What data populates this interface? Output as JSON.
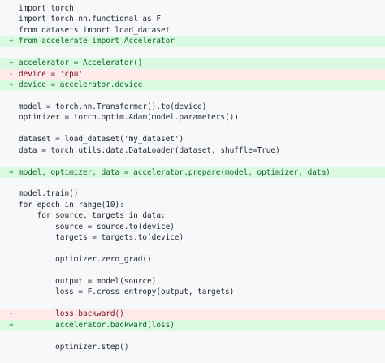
{
  "code": {
    "lines": [
      {
        "type": "context",
        "marker": "",
        "text": "import torch"
      },
      {
        "type": "context",
        "marker": "",
        "text": "import torch.nn.functional as F"
      },
      {
        "type": "context",
        "marker": "",
        "text": "from datasets import load_dataset"
      },
      {
        "type": "added",
        "marker": "+",
        "text": "from accelerate import Accelerator"
      },
      {
        "type": "context",
        "marker": "",
        "text": ""
      },
      {
        "type": "added",
        "marker": "+",
        "text": "accelerator = Accelerator()"
      },
      {
        "type": "removed",
        "marker": "-",
        "text": "device = 'cpu'"
      },
      {
        "type": "added",
        "marker": "+",
        "text": "device = accelerator.device"
      },
      {
        "type": "context",
        "marker": "",
        "text": ""
      },
      {
        "type": "context",
        "marker": "",
        "text": "model = torch.nn.Transformer().to(device)"
      },
      {
        "type": "context",
        "marker": "",
        "text": "optimizer = torch.optim.Adam(model.parameters())"
      },
      {
        "type": "context",
        "marker": "",
        "text": ""
      },
      {
        "type": "context",
        "marker": "",
        "text": "dataset = load_dataset('my_dataset')"
      },
      {
        "type": "context",
        "marker": "",
        "text": "data = torch.utils.data.DataLoader(dataset, shuffle=True)"
      },
      {
        "type": "context",
        "marker": "",
        "text": ""
      },
      {
        "type": "added",
        "marker": "+",
        "text": "model, optimizer, data = accelerator.prepare(model, optimizer, data)"
      },
      {
        "type": "context",
        "marker": "",
        "text": ""
      },
      {
        "type": "context",
        "marker": "",
        "text": "model.train()"
      },
      {
        "type": "context",
        "marker": "",
        "text": "for epoch in range(10):"
      },
      {
        "type": "context",
        "marker": "",
        "text": "    for source, targets in data:"
      },
      {
        "type": "context",
        "marker": "",
        "text": "        source = source.to(device)"
      },
      {
        "type": "context",
        "marker": "",
        "text": "        targets = targets.to(device)"
      },
      {
        "type": "context",
        "marker": "",
        "text": ""
      },
      {
        "type": "context",
        "marker": "",
        "text": "        optimizer.zero_grad()"
      },
      {
        "type": "context",
        "marker": "",
        "text": ""
      },
      {
        "type": "context",
        "marker": "",
        "text": "        output = model(source)"
      },
      {
        "type": "context",
        "marker": "",
        "text": "        loss = F.cross_entropy(output, targets)"
      },
      {
        "type": "context",
        "marker": "",
        "text": ""
      },
      {
        "type": "removed",
        "marker": "-",
        "text": "        loss.backward()"
      },
      {
        "type": "added",
        "marker": "+",
        "text": "        accelerator.backward(loss)"
      },
      {
        "type": "context",
        "marker": "",
        "text": ""
      },
      {
        "type": "context",
        "marker": "",
        "text": "        optimizer.step()"
      }
    ]
  },
  "colors": {
    "background": "#f6f8fa",
    "added_background": "#dafbe1",
    "removed_background": "#ffebe9"
  }
}
